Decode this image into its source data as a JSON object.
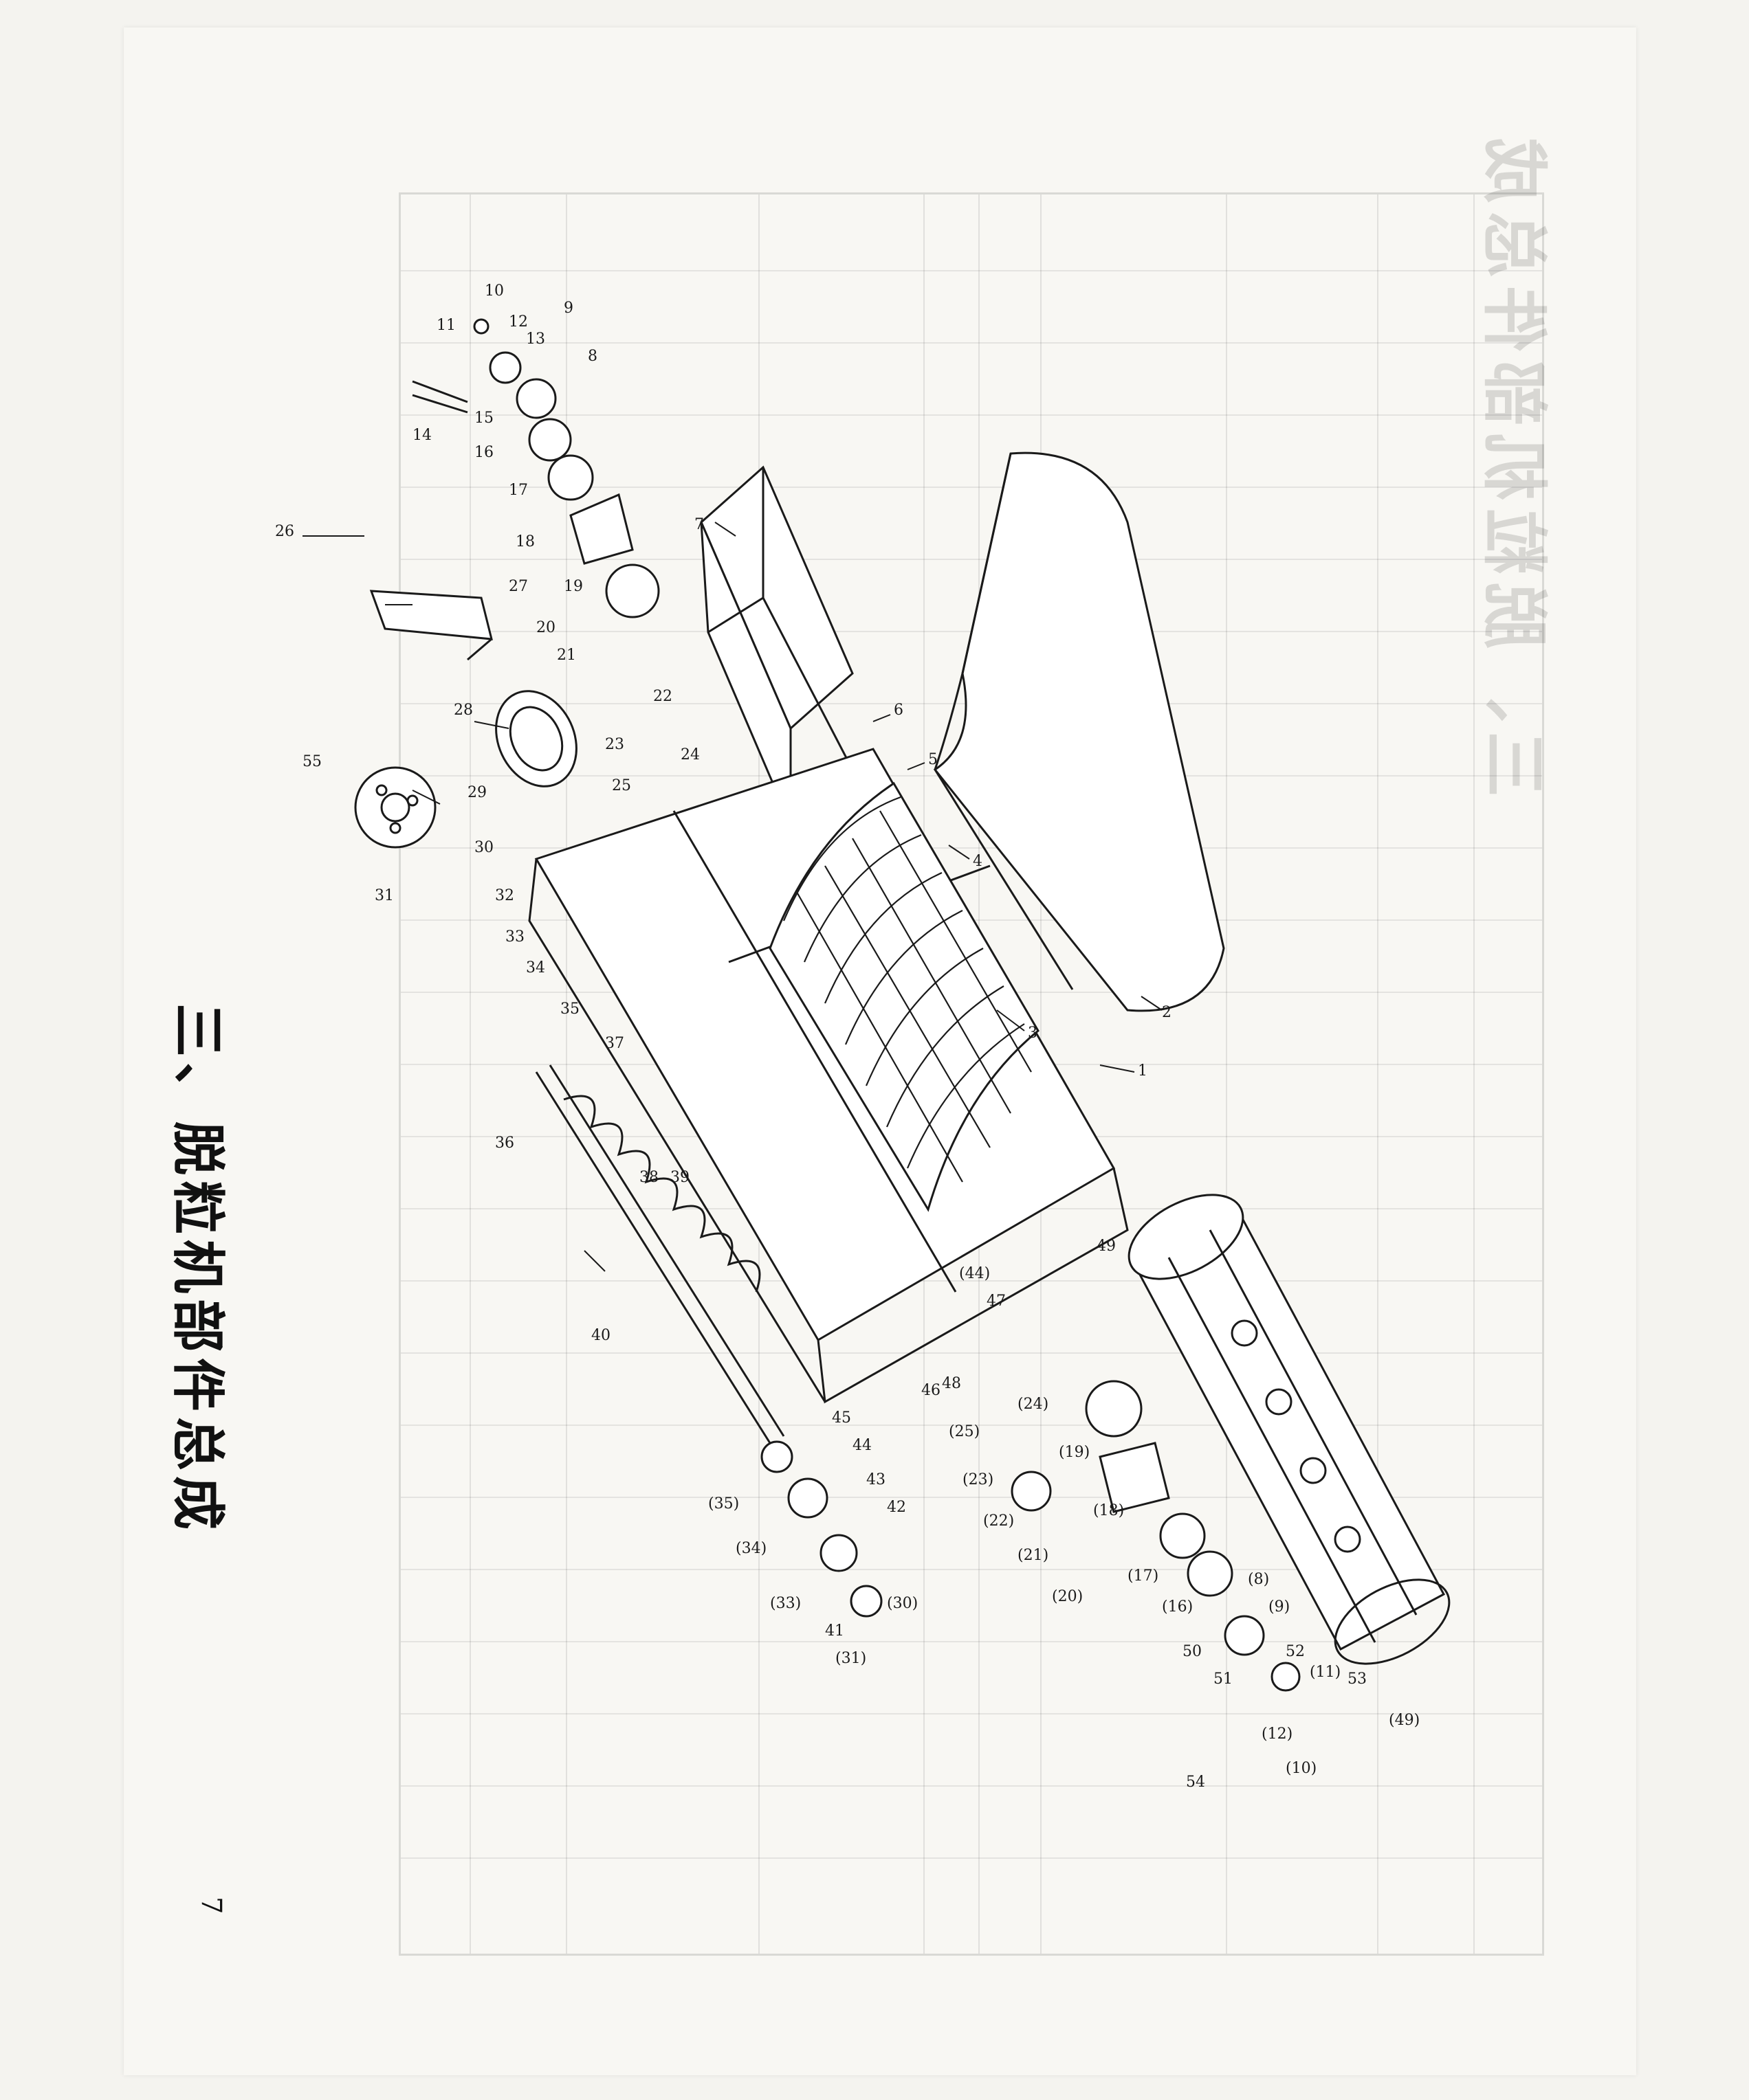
{
  "section_title": "三、脱粒机部件总成",
  "page_number": "7",
  "ghost_title": "三、脱粒机部件总成",
  "callouts": {
    "c1": "1",
    "c2": "2",
    "c3": "3",
    "c4": "4",
    "c5": "5",
    "c6": "6",
    "c7": "7",
    "c8": "8",
    "c9": "9",
    "c10": "10",
    "c11": "11",
    "c12": "12",
    "c13": "13",
    "c14": "14",
    "c15": "15",
    "c16": "16",
    "c17": "17",
    "c18": "18",
    "c19": "19",
    "c20": "20",
    "c21": "21",
    "c22": "22",
    "c23": "23",
    "c24": "24",
    "c25": "25",
    "c26": "26",
    "c27": "27",
    "c28": "28",
    "c29": "29",
    "c30": "30",
    "c31": "31",
    "c32": "32",
    "c33": "33",
    "c34": "34",
    "c35": "35",
    "c36": "36",
    "c37": "37",
    "c38": "38",
    "c39": "39",
    "c40": "40",
    "c41": "41",
    "c42": "42",
    "c43": "43",
    "c44": "44",
    "c45": "45",
    "c46": "46",
    "c47": "47",
    "c48": "48",
    "c49": "49",
    "c50": "50",
    "c51": "51",
    "c52": "52",
    "c53": "53",
    "c54": "54",
    "c55": "55",
    "p8": "(8)",
    "p9": "(9)",
    "p10": "(10)",
    "p11": "(11)",
    "p12": "(12)",
    "p16": "(16)",
    "p17": "(17)",
    "p18": "(18)",
    "p19": "(19)",
    "p20": "(20)",
    "p21": "(21)",
    "p22": "(22)",
    "p23": "(23)",
    "p24": "(24)",
    "p25": "(25)",
    "p30": "(30)",
    "p31": "(31)",
    "p33": "(33)",
    "p34": "(34)",
    "p35": "(35)",
    "p44": "(44)",
    "p49": "(49)"
  }
}
